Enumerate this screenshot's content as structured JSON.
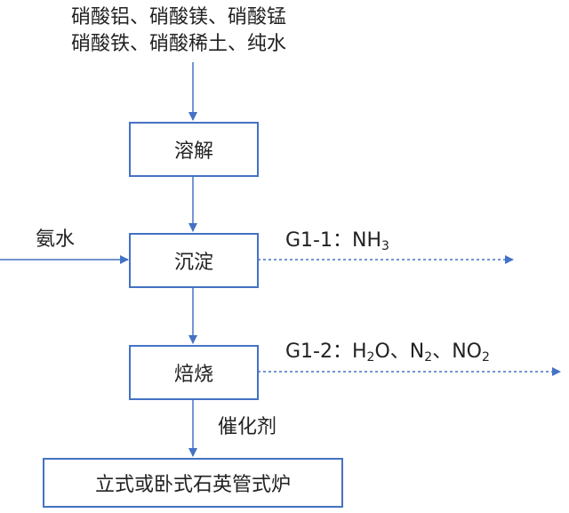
{
  "inputs": {
    "line1": "硝酸铝、硝酸镁、硝酸锰",
    "line2": "硝酸铁、硝酸稀土、纯水"
  },
  "steps": {
    "dissolve": "溶解",
    "precipitate": "沉淀",
    "roast": "焙烧",
    "furnace": "立式或卧式石英管式炉"
  },
  "side_inputs": {
    "ammonia": "氨水",
    "catalyst": "催化剂"
  },
  "emissions": {
    "g1_1": {
      "label": "G1-1：",
      "species": [
        {
          "base": "NH",
          "sub": "3"
        }
      ]
    },
    "g1_2": {
      "label": "G1-2：",
      "separator": "、",
      "species": [
        {
          "base": "H",
          "sub": "2",
          "tail": "O"
        },
        {
          "base": "N",
          "sub": "2"
        },
        {
          "base": "NO",
          "sub": "2"
        }
      ]
    }
  },
  "colors": {
    "line": "#4472c4",
    "text": "#222222"
  }
}
